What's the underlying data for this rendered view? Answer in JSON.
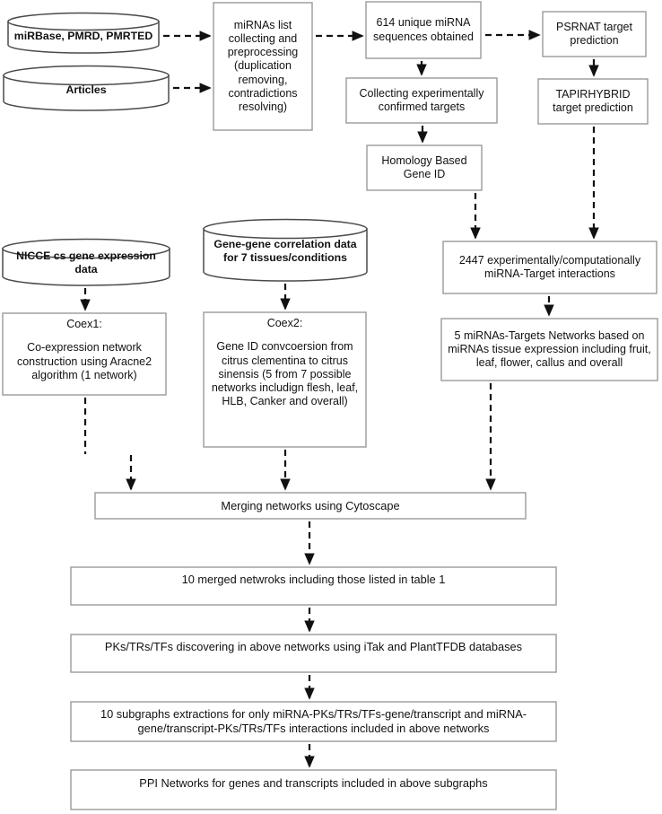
{
  "diagram": {
    "title": "miRNA regulatory network construction workflow",
    "style": {
      "background": "#ffffff",
      "box_stroke": "#9a9a9a",
      "cylinder_stroke": "#4a4a4a",
      "arrow_color": "#111111",
      "text_color": "#111111"
    },
    "nodes": [
      {
        "id": "db-mirbase",
        "type": "cylinder",
        "label": "miRBase, PMRD, PMRTED"
      },
      {
        "id": "db-articles",
        "type": "cylinder",
        "label": "Articles"
      },
      {
        "id": "proc-collect",
        "type": "process",
        "label": "miRNAs list collecting and preprocessing (duplication removing, contradictions resolving)"
      },
      {
        "id": "proc-614",
        "type": "process",
        "label": "614 unique miRNA sequences obtained"
      },
      {
        "id": "proc-psrnat",
        "type": "process",
        "label": "PSRNAT target prediction"
      },
      {
        "id": "proc-collect-exp",
        "type": "process",
        "label": "Collecting experimentally confirmed targets"
      },
      {
        "id": "proc-tapirhybrid",
        "type": "process",
        "label": "TAPIRHYBRID target prediction"
      },
      {
        "id": "proc-homology",
        "type": "process",
        "label": "Homology Based Gene ID"
      },
      {
        "id": "db-nicce",
        "type": "cylinder",
        "label": "NICCE cs gene expression data"
      },
      {
        "id": "db-genegene",
        "type": "cylinder",
        "label": "Gene-gene correlation data for 7 tissues/conditions"
      },
      {
        "id": "proc-2447",
        "type": "process",
        "label": "2447 experimentally/computationally miRNA-Target interactions"
      },
      {
        "id": "proc-coex1",
        "type": "process",
        "label_title": "Coex1:",
        "label_body": "Co-expression network construction using Aracne2 algorithm (1 network)"
      },
      {
        "id": "proc-coex2",
        "type": "process",
        "label_title": "Coex2:",
        "label_body": "Gene ID convcoersion from citrus clementina to citrus sinensis (5 from 7 possible networks includign flesh, leaf, HLB, Canker and overall)"
      },
      {
        "id": "proc-5networks",
        "type": "process",
        "label": "5 miRNAs-Targets Networks based on miRNAs tissue expression including fruit, leaf, flower, callus and overall"
      },
      {
        "id": "proc-merging",
        "type": "process",
        "label": "Merging networks using Cytoscape"
      },
      {
        "id": "proc-10merged",
        "type": "process",
        "label": "10 merged netwroks including those listed in table 1"
      },
      {
        "id": "proc-pktrtf",
        "type": "process",
        "label": "PKs/TRs/TFs discovering in above networks using iTak and PlantTFDB databases"
      },
      {
        "id": "proc-subgraphs",
        "type": "process",
        "label": "10 subgraphs extractions  for only miRNA-PKs/TRs/TFs-gene/transcript and miRNA-gene/transcript-PKs/TRs/TFs interactions included in above networks"
      },
      {
        "id": "proc-ppi",
        "type": "process",
        "label": "PPI Networks for genes and transcripts included in above subgraphs"
      }
    ],
    "edges": [
      {
        "from": "db-mirbase",
        "to": "proc-collect"
      },
      {
        "from": "db-articles",
        "to": "proc-collect"
      },
      {
        "from": "proc-collect",
        "to": "proc-614"
      },
      {
        "from": "proc-614",
        "to": "proc-psrnat"
      },
      {
        "from": "proc-614",
        "to": "proc-collect-exp"
      },
      {
        "from": "proc-psrnat",
        "to": "proc-tapirhybrid"
      },
      {
        "from": "proc-collect-exp",
        "to": "proc-homology"
      },
      {
        "from": "proc-homology",
        "to": "proc-2447"
      },
      {
        "from": "proc-tapirhybrid",
        "to": "proc-2447"
      },
      {
        "from": "proc-2447",
        "to": "proc-5networks"
      },
      {
        "from": "db-nicce",
        "to": "proc-coex1"
      },
      {
        "from": "db-genegene",
        "to": "proc-coex2"
      },
      {
        "from": "proc-coex1",
        "to": "proc-merging"
      },
      {
        "from": "proc-coex2",
        "to": "proc-merging"
      },
      {
        "from": "proc-5networks",
        "to": "proc-merging"
      },
      {
        "from": "proc-merging",
        "to": "proc-10merged"
      },
      {
        "from": "proc-10merged",
        "to": "proc-pktrtf"
      },
      {
        "from": "proc-pktrtf",
        "to": "proc-subgraphs"
      },
      {
        "from": "proc-subgraphs",
        "to": "proc-ppi"
      }
    ]
  }
}
